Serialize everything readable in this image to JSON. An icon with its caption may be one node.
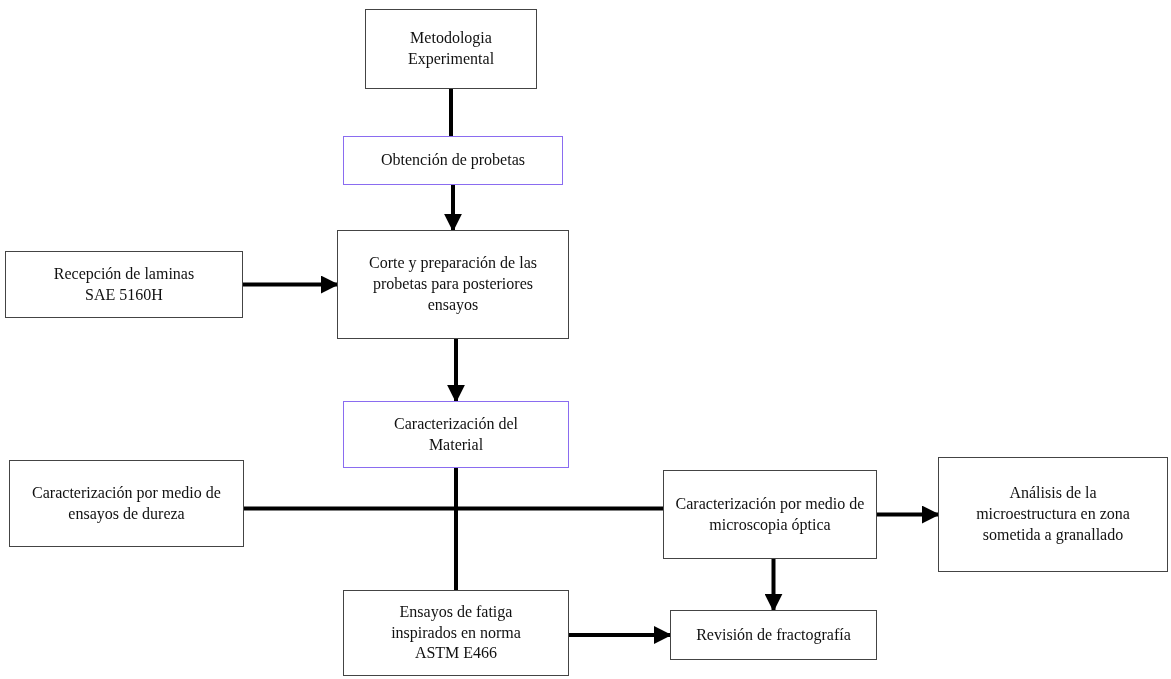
{
  "diagram": {
    "nodes": [
      {
        "text": [
          "Metodologia Experimental"
        ]
      },
      {
        "text": [
          "Obtención de probetas"
        ]
      },
      {
        "text": [
          "Recepción de laminas SAE 5160H"
        ]
      },
      {
        "text": [
          "Corte y preparación de las probetas para posteriores ensayos"
        ]
      },
      {
        "text": [
          "Caracterización del Material"
        ]
      },
      {
        "text": [
          "Caracterización por medio de ensayos de dureza"
        ]
      },
      {
        "text": [
          "Caracterización por medio de microscopia óptica"
        ]
      },
      {
        "text": [
          "Análisis de la microestructura en zona sometida a granallado"
        ]
      },
      {
        "text": [
          "Ensayos de fatiga inspirados en norma ASTM E466"
        ]
      },
      {
        "text": [
          "Revisión de fractografía"
        ]
      }
    ],
    "edges": [
      {
        "from": 0,
        "to": 1,
        "arrow": "none"
      },
      {
        "from": 1,
        "to": 3,
        "arrow": "to"
      },
      {
        "from": 2,
        "to": 3,
        "arrow": "to"
      },
      {
        "from": 3,
        "to": 4,
        "arrow": "to"
      },
      {
        "from": 5,
        "to": 6,
        "arrow": "none"
      },
      {
        "from": 4,
        "to": 8,
        "arrow": "none"
      },
      {
        "from": 6,
        "to": 7,
        "arrow": "to"
      },
      {
        "from": 6,
        "to": 9,
        "arrow": "to"
      },
      {
        "from": 8,
        "to": 9,
        "arrow": "to"
      }
    ]
  }
}
